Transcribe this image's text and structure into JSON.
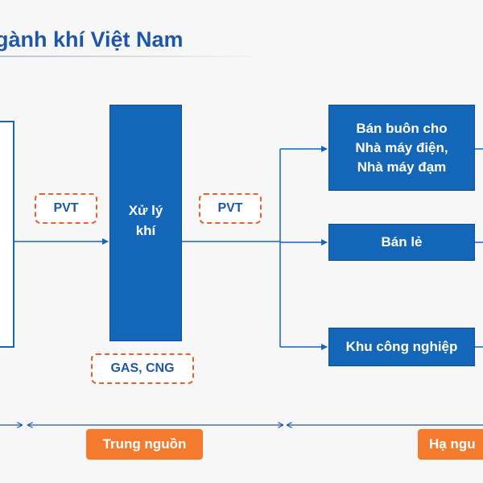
{
  "title": "gành khí Việt Nam",
  "nodes": {
    "process": "Xử lý\nkhí",
    "wholesale": "Bán buôn cho\nNhà máy điện,\nNhà máy đạm",
    "retail": "Bán lẻ",
    "industrial": "Khu công nghiệp"
  },
  "labels": {
    "pvt_left": "PVT",
    "pvt_right": "PVT",
    "gas_cng": "GAS, CNG"
  },
  "stages": {
    "midstream": "Trung nguồn",
    "downstream": "Hạ ngu"
  },
  "colors": {
    "box_fill": "#1466b8",
    "title": "#1f57a8",
    "dashed_border": "#e8602c",
    "stage_fill": "#f47a2d"
  }
}
